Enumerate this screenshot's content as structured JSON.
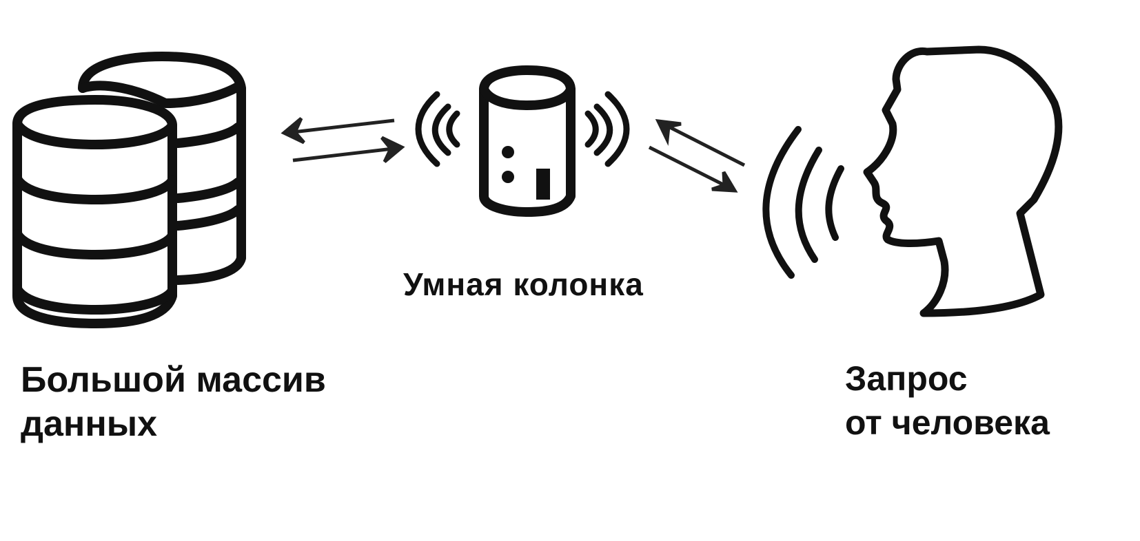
{
  "labels": {
    "speaker": "Умная колонка",
    "data_line1": "Большой массив",
    "data_line2": "данных",
    "human_line1": "Запрос",
    "human_line2": "от человека"
  },
  "colors": {
    "stroke": "#111111",
    "background": "#ffffff"
  }
}
